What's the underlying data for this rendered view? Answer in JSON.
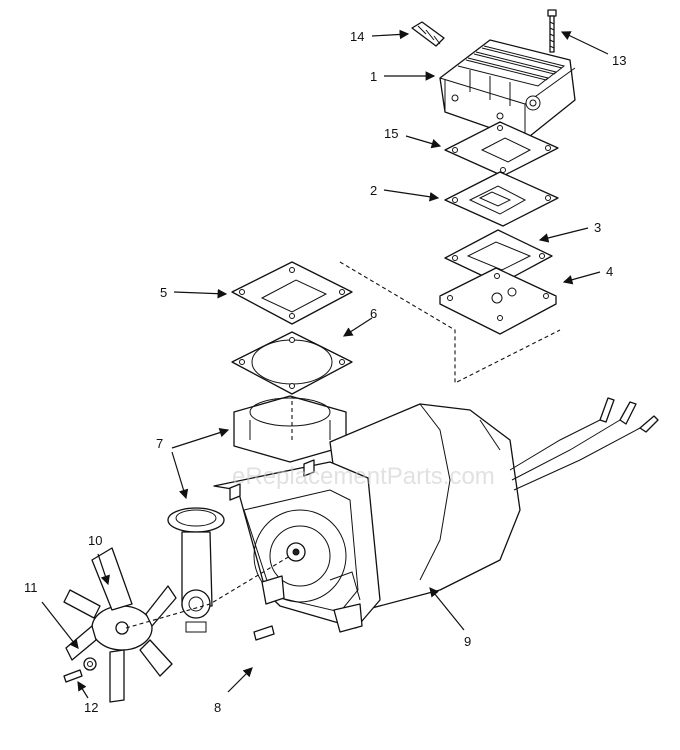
{
  "watermark": "eReplacementParts.com",
  "callouts": [
    {
      "id": "c1",
      "label": "1"
    },
    {
      "id": "c2",
      "label": "2"
    },
    {
      "id": "c3",
      "label": "3"
    },
    {
      "id": "c4",
      "label": "4"
    },
    {
      "id": "c5",
      "label": "5"
    },
    {
      "id": "c6",
      "label": "6"
    },
    {
      "id": "c7",
      "label": "7"
    },
    {
      "id": "c8",
      "label": "8"
    },
    {
      "id": "c9",
      "label": "9"
    },
    {
      "id": "c10",
      "label": "10"
    },
    {
      "id": "c11",
      "label": "11"
    },
    {
      "id": "c12",
      "label": "12"
    },
    {
      "id": "c13",
      "label": "13"
    },
    {
      "id": "c14",
      "label": "14"
    },
    {
      "id": "c15",
      "label": "15"
    }
  ]
}
